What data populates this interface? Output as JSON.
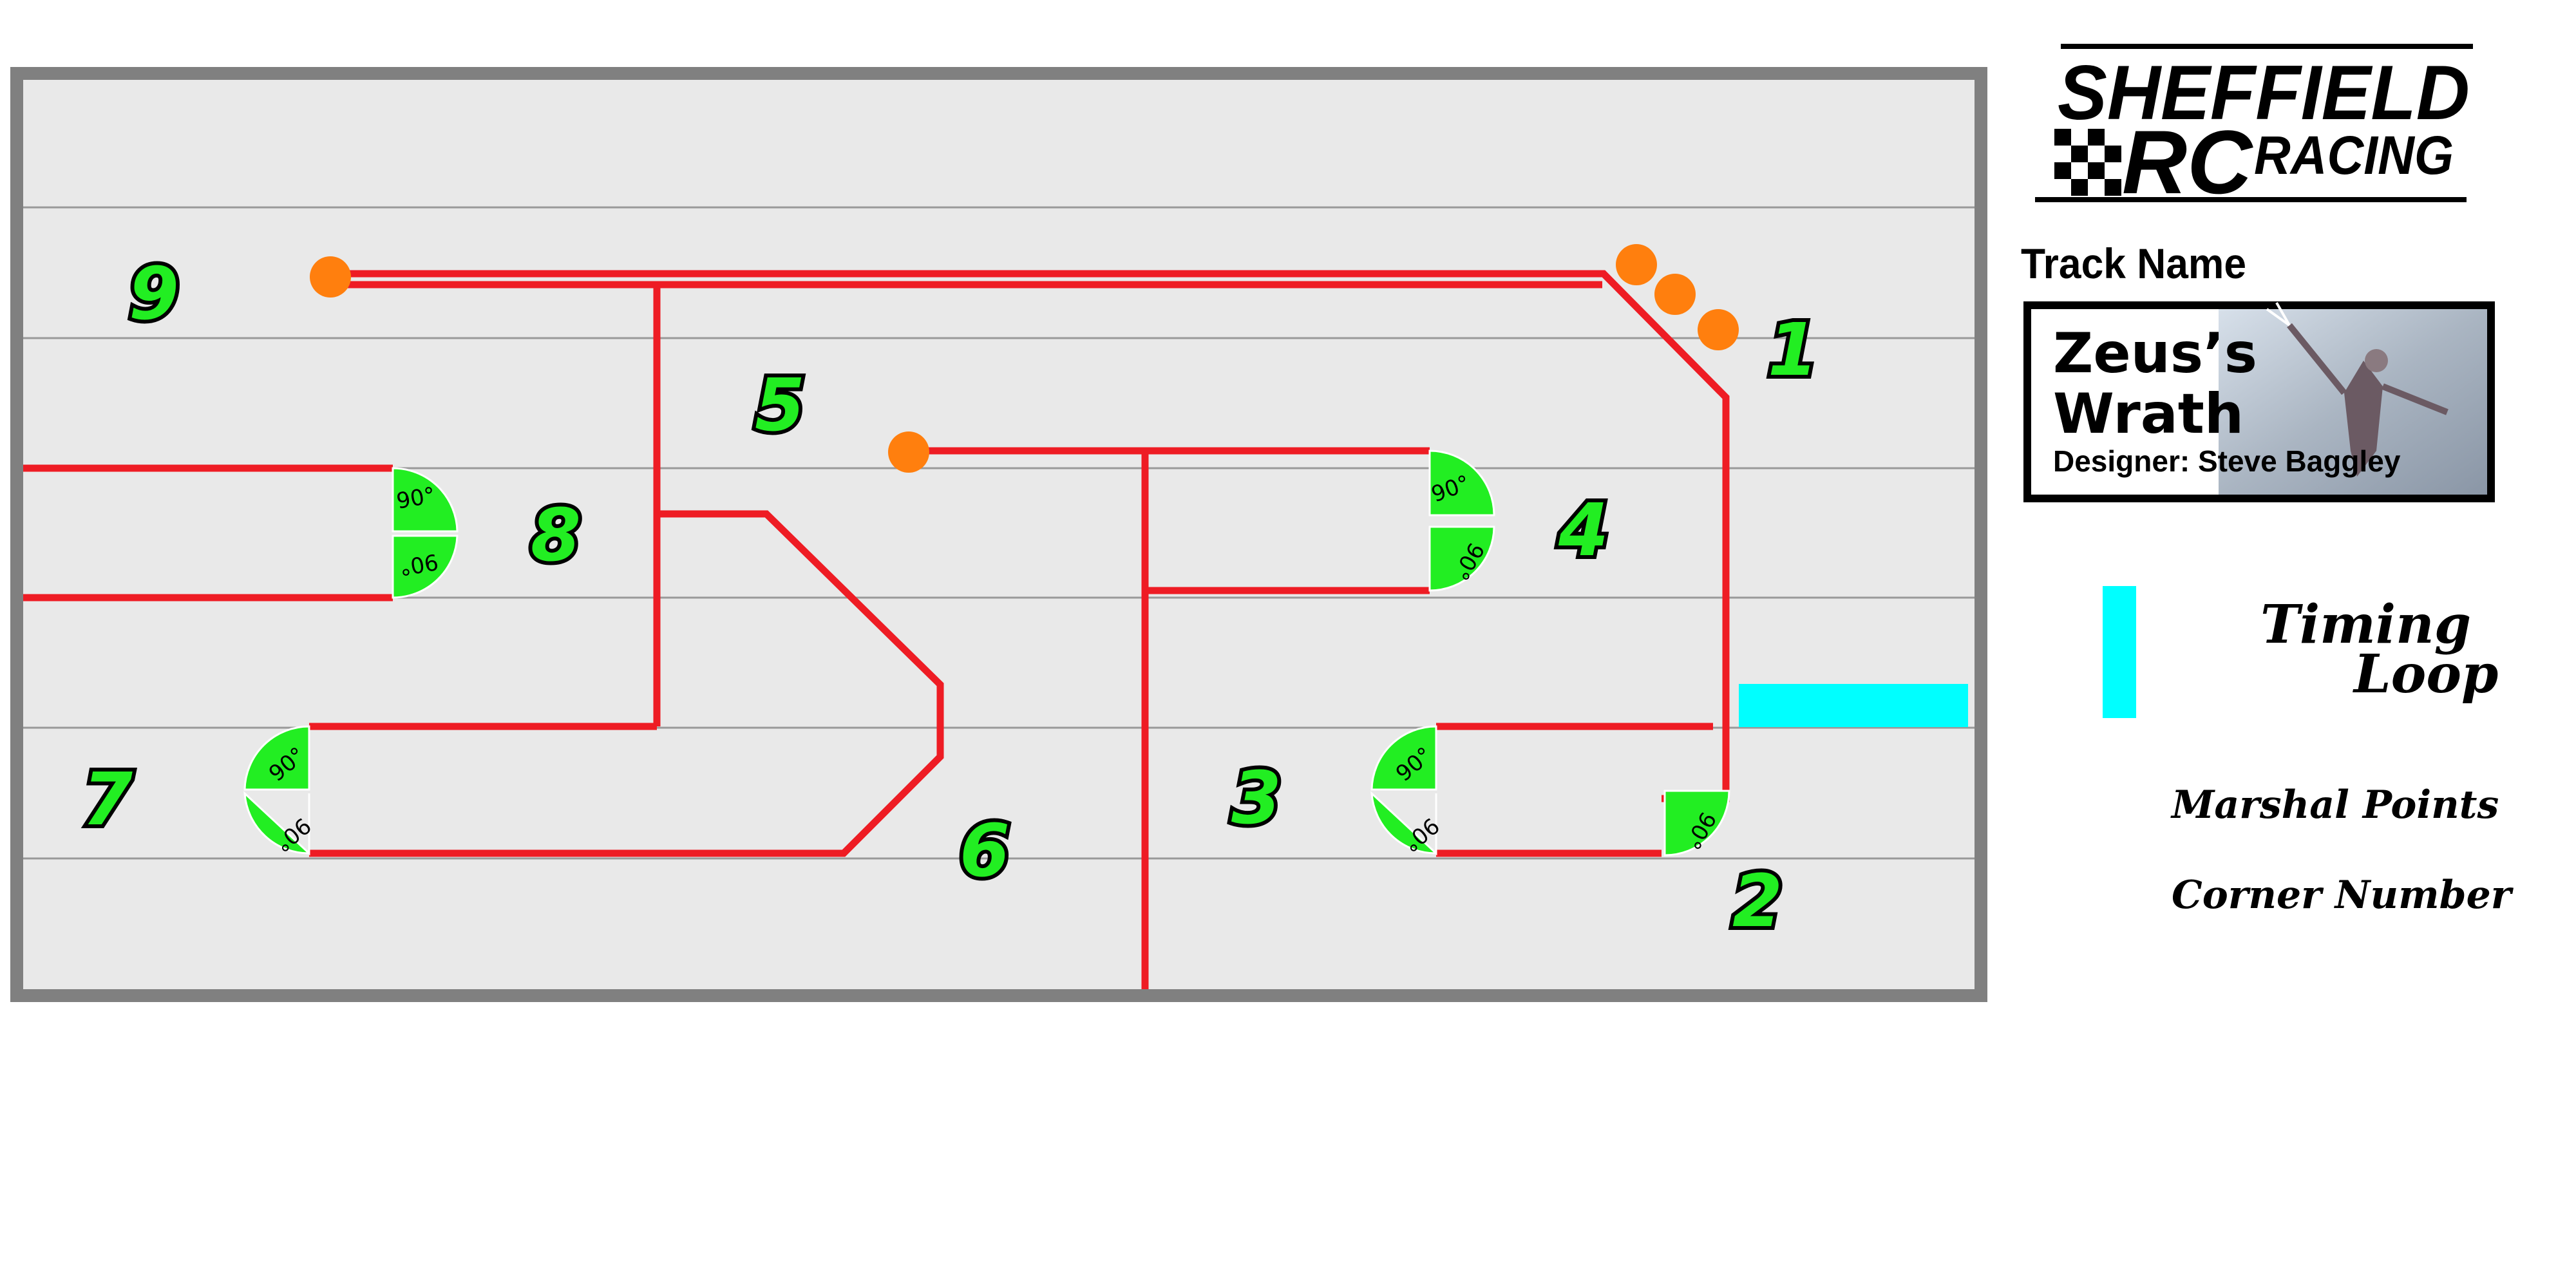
{
  "colors": {
    "track_line": "#ee1c24",
    "marshal": "#ff7f0e",
    "corner_fill": "#22ee22",
    "timing_loop": "#00ffff",
    "board_border": "#808080",
    "board_fill": "#e9e9e9"
  },
  "logo": {
    "line1": "SHEFFIELD",
    "line2_big": "RC",
    "line2_small": "RACING"
  },
  "track_name_label": "Track Name",
  "track_title_line1": "Zeus’s",
  "track_title_line2": "Wrath",
  "designer": "Designer: Steve Baggley",
  "legend": {
    "timing_loop_line1": "Timing",
    "timing_loop_line2": "Loop",
    "marshal_points": "Marshal Points",
    "corner_number": "Corner Number"
  },
  "corners": [
    "1",
    "2",
    "3",
    "4",
    "5",
    "6",
    "7",
    "8",
    "9"
  ],
  "degree_label": "90°"
}
